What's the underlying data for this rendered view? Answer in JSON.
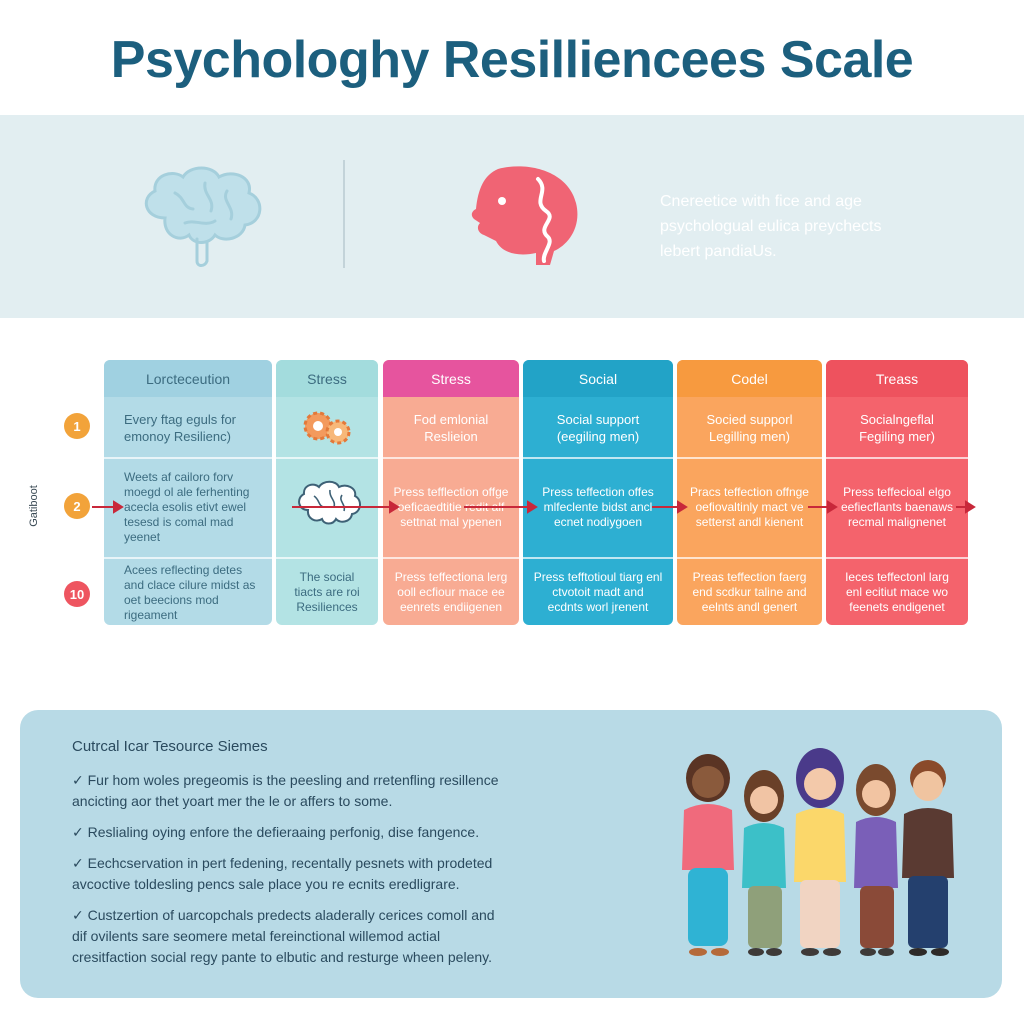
{
  "title": "Psychologhy Resilliencees Scale",
  "hero": {
    "text_lines": [
      "Cnereetice with fice and age",
      "psychologual eulica preychects",
      "lebert pandiaUs."
    ]
  },
  "table": {
    "columns": [
      {
        "header": "Lorcteceution",
        "color": "#aad6e4",
        "text_color": "#3c6c80",
        "cells": [
          "Every ftag eguls for emonoy Resilienc)",
          "Weets af cailoro forv moegd ol ale ferhenting acecla esolis etivt ewel tesesd is comal mad yeenet",
          "Acees reflecting detes and clace cilure midst as oet beecions mod rigeament"
        ]
      },
      {
        "header": "Stress",
        "color": "#a9dfe0",
        "text_color": "#3c6c80",
        "cells": [
          "",
          "",
          "The social tiacts are roi Resiliences"
        ]
      },
      {
        "header": "Stress",
        "color": "#f8ab93",
        "head_color": "#e6549e",
        "text_color": "#ffffff",
        "cells": [
          "Fod emlonial Reslieion",
          "Press tefflection offge oeficaedtitie redit alf settnat mal ypenen",
          "Press teffectiona lerg ooll ecfiour mace ee eenrets endiigenen"
        ]
      },
      {
        "header": "Social",
        "color": "#2dafd2",
        "text_color": "#ffffff",
        "cells": [
          "Social support (eegiling men)",
          "Press teffection offes mlfeclente bidst ancl ecnet nodiygoen",
          "Press tefftotioul tiarg enl ctvotoit madt and ecdnts worl jrenent"
        ]
      },
      {
        "header": "Codel",
        "color": "#faa55e",
        "head_color": "#f79a3f",
        "text_color": "#ffffff",
        "cells": [
          "Socied supporl Legilling men)",
          "Pracs teffection offnge oefiovaltinly mact ve setterst andl kienent",
          "Preas teffection faerg end scdkur taline and eelnts andl genert"
        ]
      },
      {
        "header": "Treass",
        "color": "#f4636c",
        "head_color": "#ee525e",
        "text_color": "#ffffff",
        "cells": [
          "Socialngeflal Fegiling mer)",
          "Press teffecioal elgo eefiecflants baenaws recmal malignenet",
          "Ieces teffectonl larg enl ecitiut mace wo feenets endigenet"
        ]
      }
    ],
    "row_badges": [
      {
        "label": "1",
        "color": "#f2a33a"
      },
      {
        "label": "2",
        "color": "#f2a33a"
      },
      {
        "label": "10",
        "color": "#ee5560"
      }
    ],
    "side_label": "Gatiboot"
  },
  "bottom": {
    "title": "Cutrcal Icar Tesource Siemes",
    "bullets": [
      [
        "✓ Fur hom woles pregeomis is the peesling and rretenfling resillence",
        "   ancicting aor thet yoart mer the le or affers to some."
      ],
      [
        "✓ Reslialing oying enfore the defieraaing perfonig, dise fangence."
      ],
      [
        "✓ Eechcservation in pert fedening, recentally pesnets with prodeted",
        "   avcoctive toldesling pencs sale place you re ecnits eredligrare."
      ],
      [
        "✓ Custzertion of uarcopchals predects aladerally cerices comoll and",
        "   dif ovilents sare seomere metal fereinctional willemod actial",
        "   cresitfaction social regy pante to elbutic and resturge wheen peleny."
      ]
    ]
  }
}
